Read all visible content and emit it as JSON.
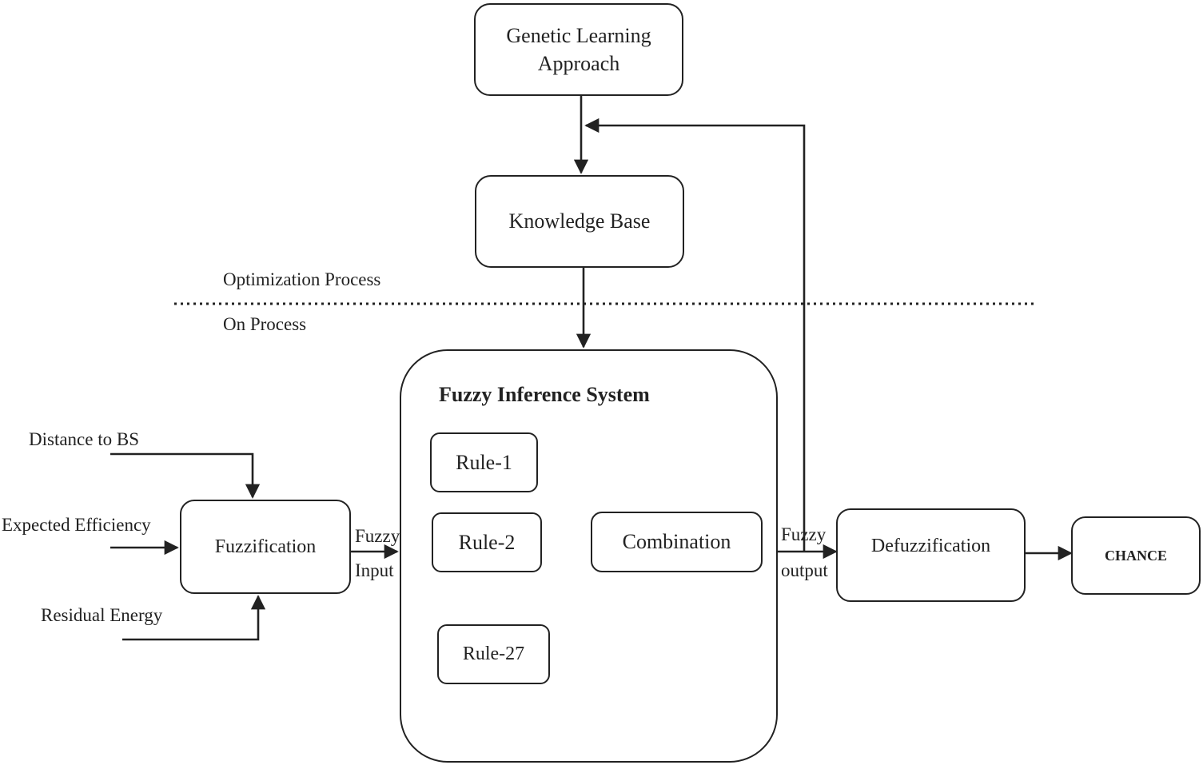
{
  "nodes": {
    "genetic": "Genetic Learning Approach",
    "knowledge": "Knowledge Base",
    "fis_title": "Fuzzy Inference System",
    "rule1": "Rule-1",
    "rule2": "Rule-2",
    "rule27": "Rule-27",
    "combination": "Combination",
    "fuzzification": "Fuzzification",
    "defuzzification": "Defuzzification",
    "chance": "CHANCE"
  },
  "labels": {
    "optimization": "Optimization Process",
    "on_process": "On Process",
    "distance": "Distance to BS",
    "efficiency": "Expected Efficiency",
    "energy": "Residual Energy",
    "fuzzy_in_1": "Fuzzy",
    "fuzzy_in_2": "Input",
    "fuzzy_out_1": "Fuzzy",
    "fuzzy_out_2": "output"
  }
}
